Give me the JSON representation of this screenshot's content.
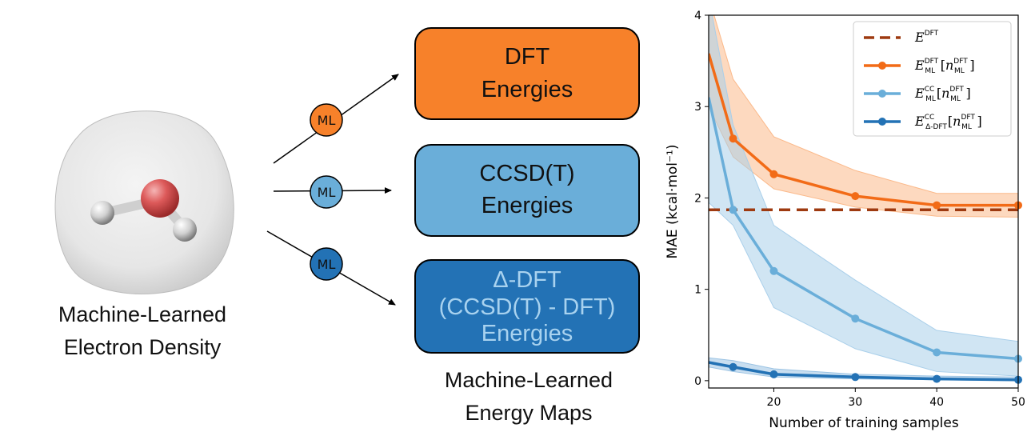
{
  "left_panel": {
    "caption_line1": "Machine-Learned",
    "caption_line2": "Electron Density"
  },
  "ml_bubble_label": "ML",
  "boxes": [
    {
      "line1": "DFT",
      "line2": "Energies",
      "line3": "",
      "fill": "#f7812a",
      "text_color": "#111111"
    },
    {
      "line1": "CCSD(T)",
      "line2": "Energies",
      "line3": "",
      "fill": "#6aaed9",
      "text_color": "#111111"
    },
    {
      "line1": "Δ-DFT",
      "line2": "(CCSD(T) - DFT)",
      "line3": "Energies",
      "fill": "#2372b5",
      "text_color": "#a8d2ef"
    }
  ],
  "bubble_colors": [
    "#f7812a",
    "#6aaed9",
    "#2372b5"
  ],
  "middle_caption": {
    "line1": "Machine-Learned",
    "line2": "Energy Maps"
  },
  "chart_data": {
    "type": "line",
    "xlabel": "Number of training samples",
    "ylabel": "MAE (kcal·mol⁻¹)",
    "xlim": [
      12,
      50
    ],
    "ylim": [
      -0.08,
      4
    ],
    "x_ticks": [
      20,
      30,
      40,
      50
    ],
    "y_ticks": [
      0,
      1,
      2,
      3,
      4
    ],
    "grid": false,
    "legend_position": "top-right",
    "reference_line": {
      "name": "E^DFT",
      "value": 1.87,
      "color": "#9e3a10",
      "style": "dashed"
    },
    "series": [
      {
        "name": "E_ML^DFT[n_ML^DFT]",
        "color": "#f26b17",
        "band_color": "#fbb98a",
        "x": [
          12,
          15,
          20,
          30,
          40,
          50
        ],
        "values": [
          3.58,
          2.65,
          2.26,
          2.02,
          1.92,
          1.92
        ],
        "lower": [
          3.0,
          2.45,
          2.1,
          1.9,
          1.8,
          1.79
        ],
        "upper": [
          4.2,
          3.3,
          2.67,
          2.3,
          2.05,
          2.05
        ]
      },
      {
        "name": "E_ML^CC[n_ML^DFT]",
        "color": "#6aaed9",
        "band_color": "#a9cfea",
        "x": [
          12,
          15,
          20,
          30,
          40,
          50
        ],
        "values": [
          3.1,
          1.87,
          1.2,
          0.68,
          0.31,
          0.24
        ],
        "lower": [
          1.95,
          1.7,
          0.8,
          0.35,
          0.1,
          0.05
        ],
        "upper": [
          4.2,
          2.8,
          1.7,
          1.1,
          0.55,
          0.43
        ]
      },
      {
        "name": "E_Δ-DFT^CC[n_ML^DFT]",
        "color": "#2372b5",
        "band_color": "#9bc3e3",
        "x": [
          12,
          15,
          20,
          30,
          40,
          50
        ],
        "values": [
          0.2,
          0.15,
          0.07,
          0.04,
          0.02,
          0.01
        ],
        "lower": [
          0.15,
          0.1,
          0.04,
          0.02,
          0.01,
          0.0
        ],
        "upper": [
          0.25,
          0.22,
          0.13,
          0.07,
          0.05,
          0.04
        ]
      }
    ],
    "legend": [
      {
        "base": "E",
        "sup": "DFT",
        "sub": "",
        "arg_base": "",
        "arg_sup": "",
        "arg_sub": ""
      },
      {
        "base": "E",
        "sup": "DFT",
        "sub": "ML",
        "arg_base": "n",
        "arg_sup": "DFT",
        "arg_sub": "ML"
      },
      {
        "base": "E",
        "sup": "CC",
        "sub": "ML",
        "arg_base": "n",
        "arg_sup": "DFT",
        "arg_sub": "ML"
      },
      {
        "base": "E",
        "sup": "CC",
        "sub": "Δ-DFT",
        "arg_base": "n",
        "arg_sup": "DFT",
        "arg_sub": "ML"
      }
    ]
  }
}
